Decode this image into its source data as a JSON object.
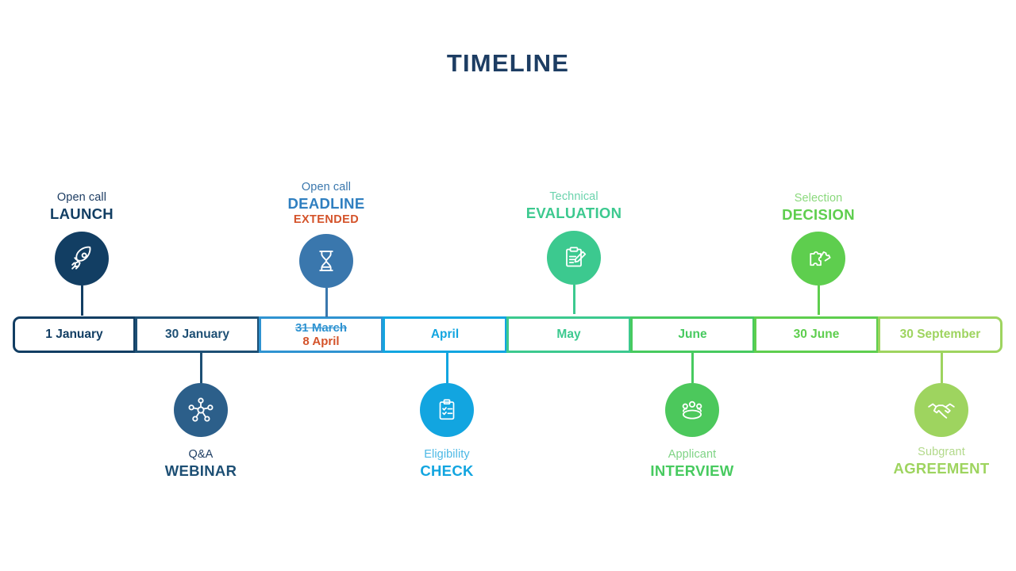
{
  "title": "TIMELINE",
  "colors": {
    "title": "#1d3d63",
    "navy": "#123e63",
    "steel_blue": "#3a77ad",
    "blue": "#2f93d1",
    "cyan": "#12a5e0",
    "teal": "#3cc98f",
    "green_mid": "#47ca5f",
    "green": "#5ece4e",
    "green_light": "#9ed45f",
    "orange": "#d4532a",
    "webinar_navy": "#2c5f8a"
  },
  "bar": {
    "segments": [
      {
        "label": "1 January",
        "color": "#123e63",
        "text_color": "#123e63",
        "width": 155
      },
      {
        "label": "30 January",
        "color": "#1d4f74",
        "text_color": "#1d4f74",
        "width": 157
      },
      {
        "label": "",
        "color": "#2f93d1",
        "text_color": "#2f93d1",
        "width": 157,
        "old_label": "31 March",
        "new_label": "8 April",
        "new_color": "#d4532a"
      },
      {
        "label": "April",
        "color": "#12a5e0",
        "text_color": "#12a5e0",
        "width": 157
      },
      {
        "label": "May",
        "color": "#3cc98f",
        "text_color": "#3cc98f",
        "width": 157
      },
      {
        "label": "June",
        "color": "#47ca5f",
        "text_color": "#47ca5f",
        "width": 157
      },
      {
        "label": "30 June",
        "color": "#5ece4e",
        "text_color": "#5ece4e",
        "width": 157
      },
      {
        "label": "30 September",
        "color": "#9ed45f",
        "text_color": "#9ed45f",
        "width": 157
      }
    ]
  },
  "milestones_top": [
    {
      "sub": "Open call",
      "main": "LAUNCH",
      "extra": "",
      "icon": "rocket-icon",
      "circle_color": "#123e63",
      "sub_color": "#1d3d63",
      "main_color": "#123e63",
      "extra_color": "",
      "stem_color": "#123e63"
    },
    {
      "sub": "Open call",
      "main": "DEADLINE",
      "extra": "EXTENDED",
      "icon": "hourglass-icon",
      "circle_color": "#3a77ad",
      "sub_color": "#3a77ad",
      "main_color": "#2f7fc0",
      "extra_color": "#d4532a",
      "stem_color": "#3a77ad"
    },
    {
      "sub": "Technical",
      "main": "EVALUATION",
      "extra": "",
      "icon": "clipboard-pencil-icon",
      "circle_color": "#3cc98f",
      "sub_color": "#6bd3ad",
      "main_color": "#3cc98f",
      "extra_color": "",
      "stem_color": "#3cc98f"
    },
    {
      "sub": "Selection",
      "main": "DECISION",
      "extra": "",
      "icon": "puzzle-icon",
      "circle_color": "#5ece4e",
      "sub_color": "#8bd97d",
      "main_color": "#5ece4e",
      "extra_color": "",
      "stem_color": "#5ece4e"
    }
  ],
  "milestones_bottom": [
    {
      "sub": "Q&A",
      "main": "WEBINAR",
      "icon": "network-hub-icon",
      "circle_color": "#2c5f8a",
      "sub_color": "#1d3d63",
      "main_color": "#1d4f74",
      "stem_color": "#1d4f74"
    },
    {
      "sub": "Eligibility",
      "main": "CHECK",
      "icon": "clipboard-check-icon",
      "circle_color": "#12a5e0",
      "sub_color": "#4bb8e5",
      "main_color": "#12a5e0",
      "stem_color": "#12a5e0"
    },
    {
      "sub": "Applicant",
      "main": "INTERVIEW",
      "icon": "people-group-icon",
      "circle_color": "#4cc85c",
      "sub_color": "#7ed384",
      "main_color": "#47ca5f",
      "stem_color": "#47ca5f"
    },
    {
      "sub": "Subgrant",
      "main": "AGREEMENT",
      "icon": "handshake-icon",
      "circle_color": "#9ed45f",
      "sub_color": "#b2d98a",
      "main_color": "#9ed45f",
      "stem_color": "#9ed45f"
    }
  ]
}
